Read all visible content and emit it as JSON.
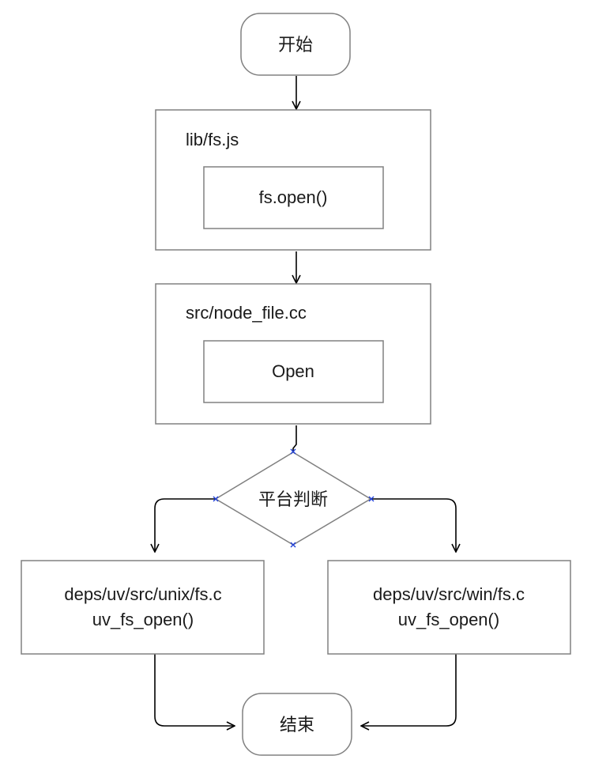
{
  "nodes": {
    "start": {
      "label": "开始"
    },
    "fs_js": {
      "title": "lib/fs.js",
      "inner": "fs.open()"
    },
    "node_file": {
      "title": "src/node_file.cc",
      "inner": "Open"
    },
    "decision": {
      "label": "平台判断"
    },
    "unix": {
      "line1": "deps/uv/src/unix/fs.c",
      "line2": "uv_fs_open()"
    },
    "win": {
      "line1": "deps/uv/src/win/fs.c",
      "line2": "uv_fs_open()"
    },
    "end": {
      "label": "结束"
    }
  },
  "colors": {
    "border": "#808080",
    "connector": "#000000",
    "anchor": "#1f3fd8",
    "text": "#1a1a1a"
  }
}
